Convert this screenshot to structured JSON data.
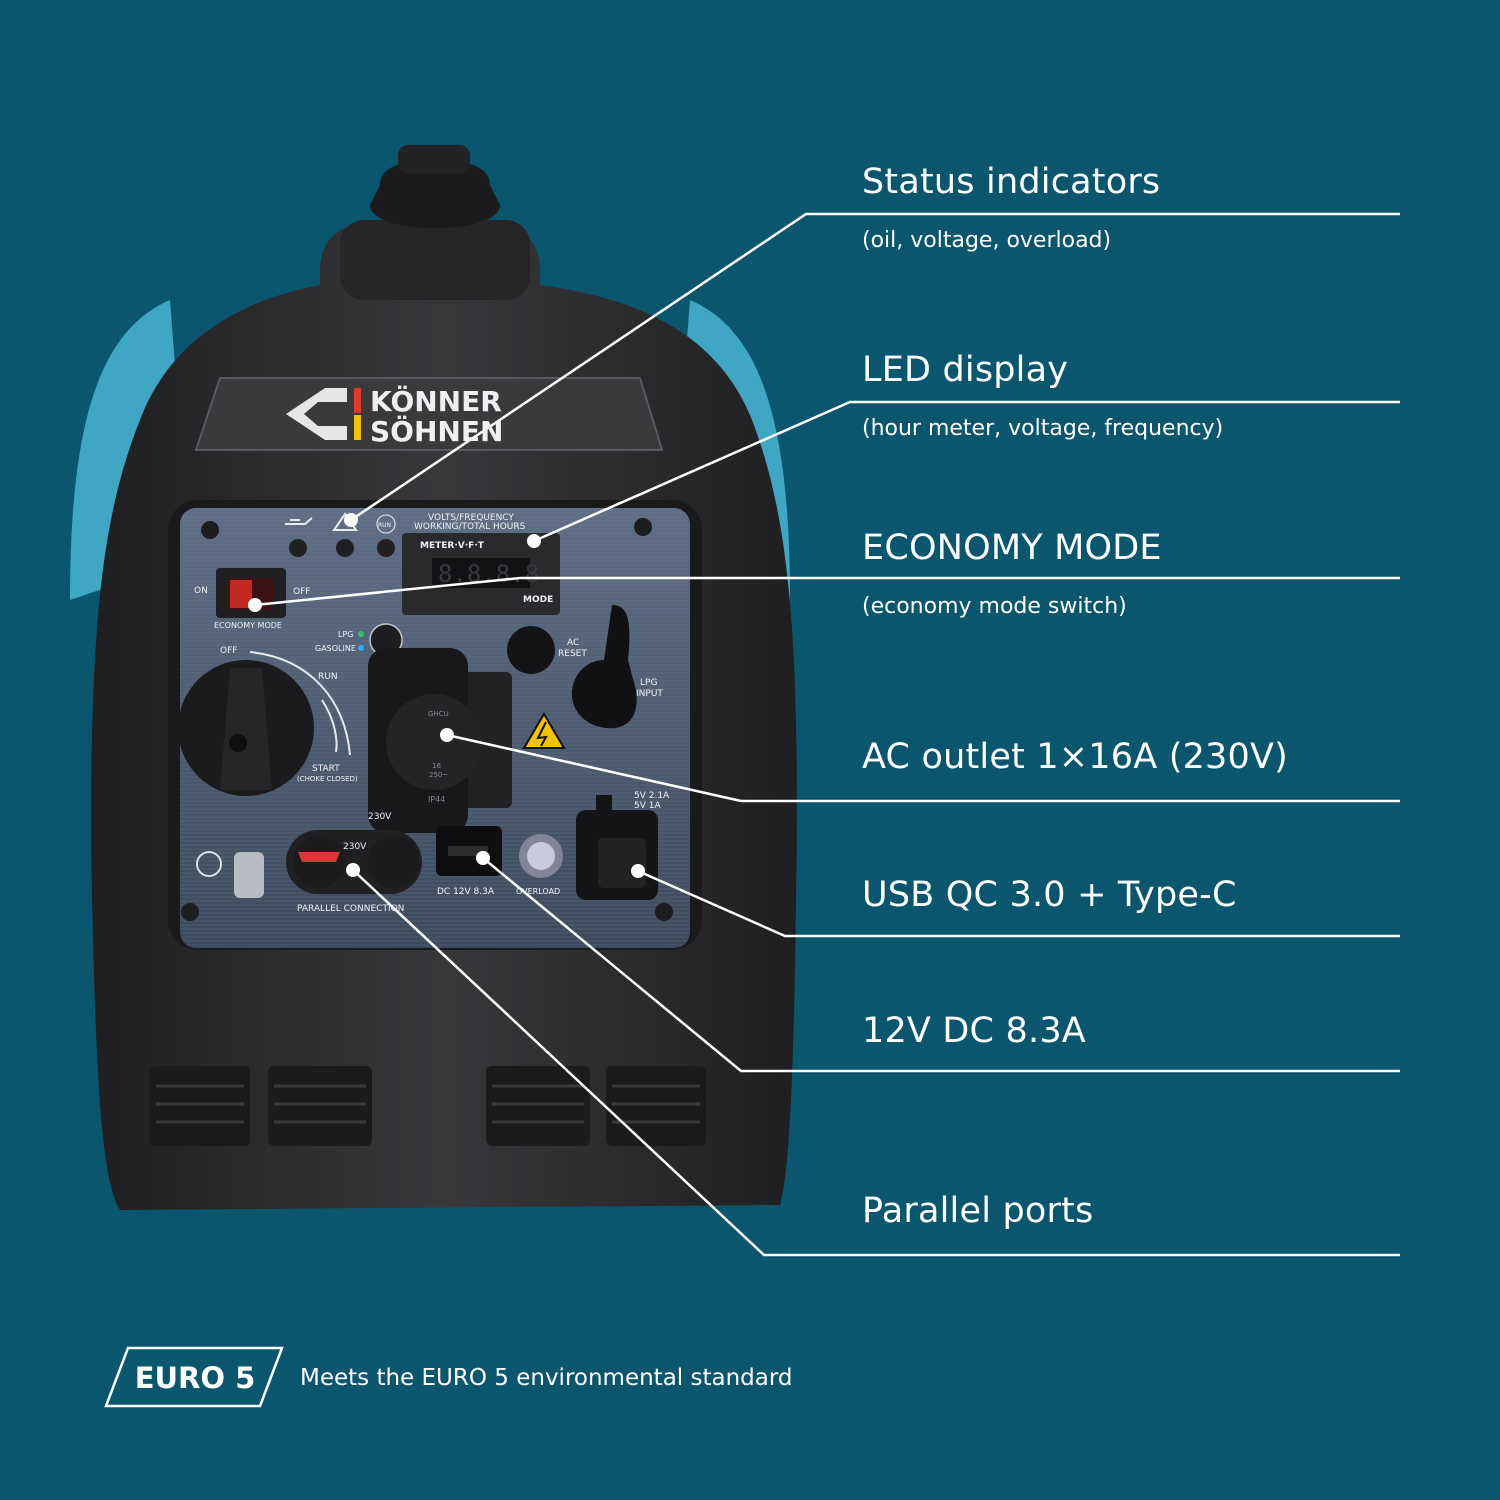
{
  "brand": {
    "logo_line1": "KÖNNER",
    "logo_line2": "SÖHNEN"
  },
  "panel": {
    "volts_frequency": "VOLTS/FREQUENCY",
    "working_hours": "WORKING/TOTAL HOURS",
    "meter": "METER·V·F·T",
    "mode": "MODE",
    "run_small": "RUN",
    "on": "ON",
    "off": "OFF",
    "economy_mode": "ECONOMY MODE",
    "lpg": "LPG",
    "gasoline": "GASOLINE",
    "knob_off": "OFF",
    "knob_run": "RUN",
    "knob_start": "START",
    "choke": "(CHOKE CLOSED)",
    "ac_reset_1": "AC",
    "ac_reset_2": "RESET",
    "lpg_input_1": "LPG",
    "lpg_input_2": "INPUT",
    "usb_rating_1": "5V 2.1A",
    "usb_rating_2": "5V 1A",
    "socket_v": "230V",
    "socket_brand": "GHCU",
    "socket_rating_1": "16",
    "socket_rating_2": "250~",
    "socket_ip": "IP44",
    "parallel_v": "230V",
    "parallel_label": "PARALLEL CONNECTION",
    "dc_label": "DC 12V 8.3A",
    "overload": "OVERLOAD"
  },
  "features": [
    {
      "title": "Status indicators",
      "subtitle": "(oil, voltage, overload)"
    },
    {
      "title": "LED display",
      "subtitle": "(hour meter, voltage, frequency)"
    },
    {
      "title": "ECONOMY MODE",
      "subtitle": "(economy mode switch)"
    },
    {
      "title": "AC outlet 1×16A (230V)"
    },
    {
      "title": "USB QC 3.0 + Type-C"
    },
    {
      "title": "12V DC 8.3A"
    },
    {
      "title": "Parallel ports"
    }
  ],
  "euro": {
    "badge": "EURO 5",
    "description": "Meets the EURO 5 environmental standard"
  },
  "colors": {
    "background": "#0b566f",
    "housing": "#2b2b2d",
    "panel": "#4d5d74",
    "accent_teal": "#3fa6c4",
    "logo_red": "#e03a2f",
    "logo_yellow": "#f2c200"
  }
}
